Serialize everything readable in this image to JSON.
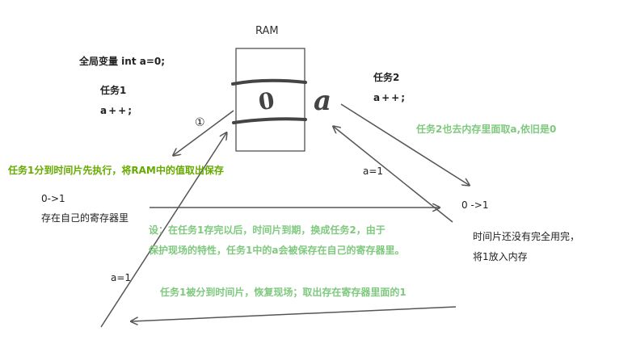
{
  "ram_label": "RAM",
  "global_var": "全局变量 int a=0;",
  "task1": {
    "title": "任务1",
    "code": "a++;"
  },
  "task2": {
    "title": "任务2",
    "code": "a++;"
  },
  "circle_one": "①",
  "ram_value_in": "0",
  "ram_value_out": "a",
  "task1_fetch_note": "任务1分到时间片先执行，将RAM中的值取出保存",
  "task2_fetch_note": "任务2也去内存里面取a,依旧是0",
  "task1_register": {
    "change": "0->1",
    "note": "存在自己的寄存器里"
  },
  "task2_register": {
    "change": "0 ->1"
  },
  "a_equals_1_right": "a=1",
  "a_equals_1_left": "a=1",
  "assume_note": {
    "line1": "设：在任务1存完以后，时间片到期，换成任务2，由于",
    "line2": "保护现场的特性，任务1中的a会被保存在自己的寄存器里。"
  },
  "timeslice_note": {
    "line1": "时间片还没有完全用完，",
    "line2": "将1放入内存"
  },
  "restore_note": "任务1被分到时间片，恢复现场；取出存在寄存器里面的1",
  "colors": {
    "green": "#7fc97f",
    "olive": "#66aa00",
    "line": "#555555"
  }
}
